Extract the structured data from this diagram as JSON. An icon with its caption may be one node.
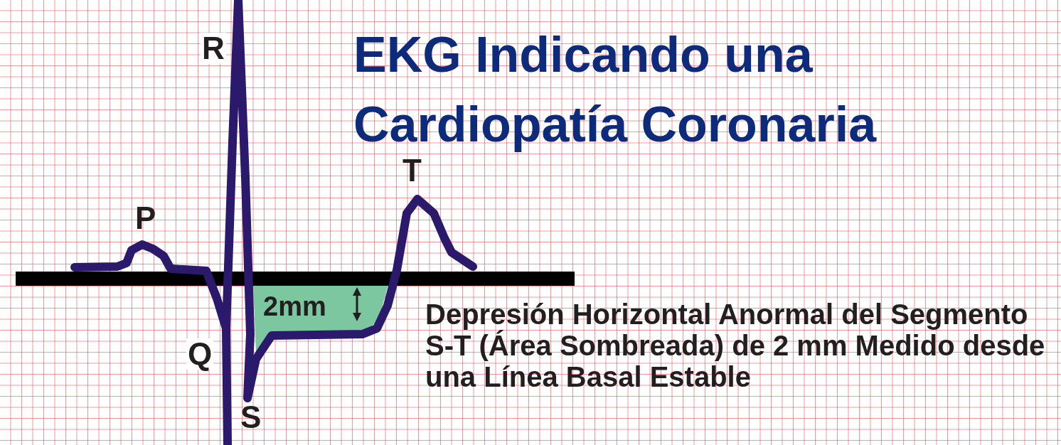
{
  "diagram": {
    "title": "EKG Indicando una Cardiopatía Coronaria",
    "labels": [
      "R",
      "T",
      "P",
      "2mm",
      "Q",
      "S",
      "Depresión Horizontal Anormal del Segmento S-T (Área Sombreada) de 2 mm Medido desde una Línea Basal Estable"
    ]
  }
}
